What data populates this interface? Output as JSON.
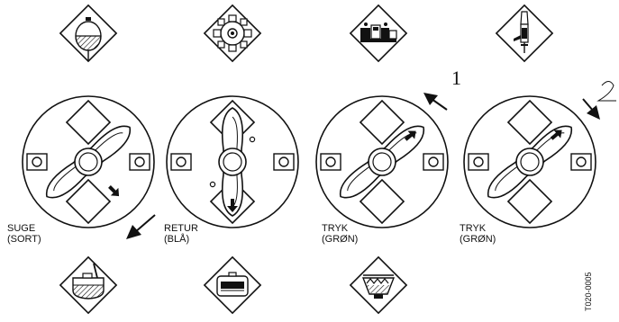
{
  "labels": {
    "valve1": {
      "line1": "SUGE",
      "line2": "(SORT)"
    },
    "valve2": {
      "line1": "RETUR",
      "line2": "(BLÅ)"
    },
    "valve3": {
      "line1": "TRYK",
      "line2": "(GRØN)"
    },
    "valve4": {
      "line1": "TRYK",
      "line2": "(GRØN)"
    }
  },
  "position_numbers": [
    "1",
    "2"
  ],
  "reference_code": "T020-0005",
  "top_icons": [
    "pressure-tank-icon",
    "pump-icon",
    "valve-manifold-icon",
    "spray-gun-icon"
  ],
  "bottom_icons": [
    "main-tank-icon",
    "return-tank-icon",
    "sprayer-boom-icon"
  ],
  "colors": {
    "line": "#111111",
    "hatch": "#111111",
    "background": "#ffffff"
  }
}
